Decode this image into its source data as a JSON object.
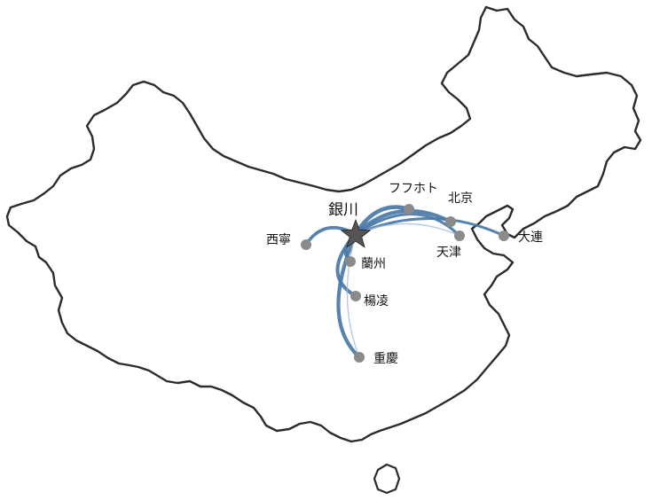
{
  "map": {
    "hub": {
      "id": "yinchuan",
      "label": "銀川"
    },
    "cities": [
      {
        "id": "huhehaote",
        "label": "フフホト"
      },
      {
        "id": "beijing",
        "label": "北京"
      },
      {
        "id": "tianjin",
        "label": "天津"
      },
      {
        "id": "dalian",
        "label": "大連"
      },
      {
        "id": "xining",
        "label": "西寧"
      },
      {
        "id": "lanzhou",
        "label": "蘭州"
      },
      {
        "id": "yangling",
        "label": "楊凌"
      },
      {
        "id": "chongqing",
        "label": "重慶"
      }
    ],
    "routes": [
      {
        "from": "yinchuan",
        "to": "huhehaote"
      },
      {
        "from": "yinchuan",
        "to": "beijing"
      },
      {
        "from": "yinchuan",
        "to": "tianjin"
      },
      {
        "from": "yinchuan",
        "to": "dalian"
      },
      {
        "from": "yinchuan",
        "to": "xining"
      },
      {
        "from": "yinchuan",
        "to": "lanzhou"
      },
      {
        "from": "yinchuan",
        "to": "yangling"
      },
      {
        "from": "yinchuan",
        "to": "chongqing"
      }
    ],
    "colors": {
      "route": "#4a78a8",
      "route_light": "#9fb8d4",
      "city_dot": "#8a8a8a",
      "hub_star": "#555555",
      "outline": "#2b2b2b"
    }
  }
}
